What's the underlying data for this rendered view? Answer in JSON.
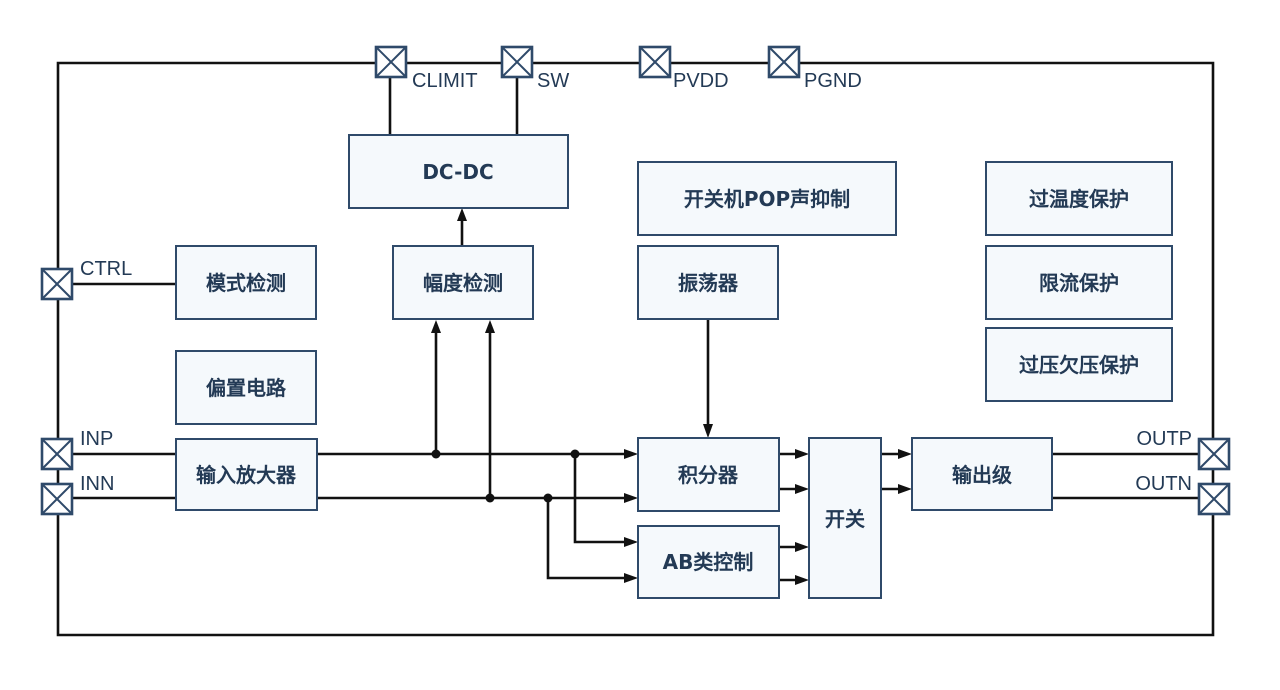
{
  "diagram": {
    "title": "",
    "pins": {
      "climit": "CLIMIT",
      "sw": "SW",
      "pvdd": "PVDD",
      "pgnd": "PGND",
      "ctrl": "CTRL",
      "inp": "INP",
      "inn": "INN",
      "outp": "OUTP",
      "outn": "OUTN"
    },
    "blocks": {
      "dcdc": "DC-DC",
      "pop": "开关机POP声抑制",
      "otp": "过温度保护",
      "ocp": "限流保护",
      "ovp_uvp": "过压欠压保护",
      "mode_detect": "模式检测",
      "amp_detect": "幅度检测",
      "oscillator": "振荡器",
      "bias": "偏置电路",
      "input_amp": "输入放大器",
      "integrator": "积分器",
      "ab_control": "AB类控制",
      "switch": "开关",
      "output_stage": "输出级"
    },
    "colors": {
      "block_fill": "#f5f9fc",
      "block_stroke": "#2f4a6a",
      "text": "#233a55",
      "wire": "#111111"
    }
  }
}
